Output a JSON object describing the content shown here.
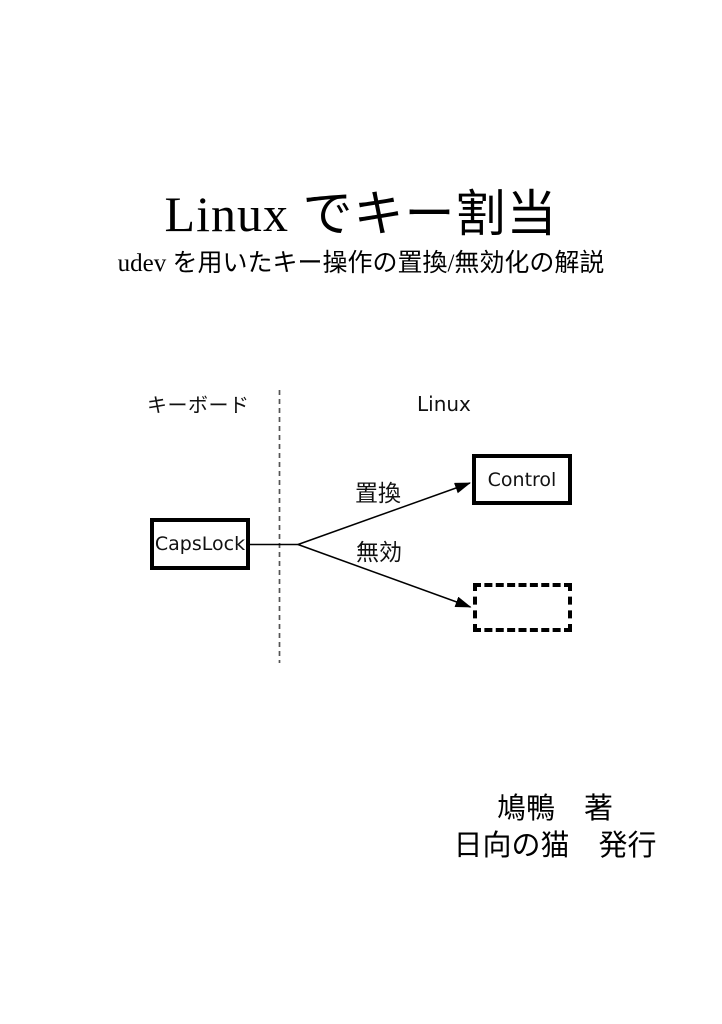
{
  "page": {
    "title": "Linux でキー割当",
    "subtitle": "udev を用いたキー操作の置換/無効化の解説"
  },
  "diagram": {
    "keyboard_region_label": "キーボード",
    "linux_region_label": "Linux",
    "capslock_key_label": "CapsLock",
    "control_key_label": "Control",
    "remap_arrow_label": "置換",
    "disable_arrow_label": "無効"
  },
  "credits": {
    "author_line": "鳩鴨　著",
    "publisher_line": "日向の猫　発行"
  },
  "colors": {
    "ink": "#000000",
    "divider_gray": "#555555",
    "background": "#ffffff"
  }
}
